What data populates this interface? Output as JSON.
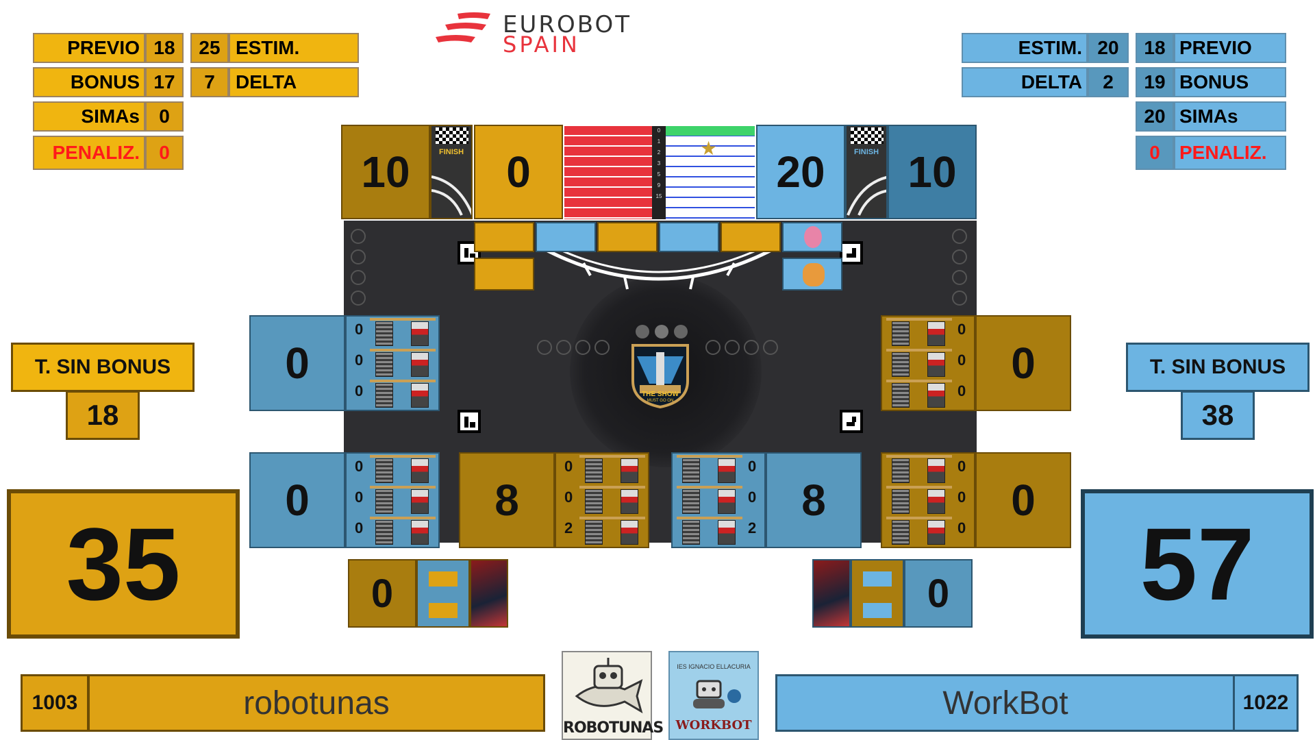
{
  "logo": {
    "line1": "EUROBOT",
    "line2": "SPAIN"
  },
  "left_stats": {
    "previo_label": "PREVIO",
    "previo": "18",
    "estim": "25",
    "estim_label": "ESTIM.",
    "bonus_label": "BONUS",
    "bonus": "17",
    "delta": "7",
    "delta_label": "DELTA",
    "simas_label": "SIMAs",
    "simas": "0",
    "penaliz_label": "PENALIZ.",
    "penaliz": "0"
  },
  "right_stats": {
    "estim_label": "ESTIM.",
    "estim": "20",
    "previo": "18",
    "previo_label": "PREVIO",
    "delta_label": "DELTA",
    "delta": "2",
    "bonus": "19",
    "bonus_label": "BONUS",
    "simas": "20",
    "simas_label": "SIMAs",
    "penaliz": "0",
    "penaliz_label": "PENALIZ."
  },
  "top_scores": {
    "left_finish": "10",
    "left_score": "0",
    "right_score": "20",
    "right_finish": "10"
  },
  "finish_label": "FINISH",
  "thermo_ticks": [
    "0",
    "1",
    "2",
    "3",
    "5",
    "9",
    "15"
  ],
  "field_zones": {
    "left_upper": "0",
    "left_lower": "0",
    "right_upper": "0",
    "right_lower": "0",
    "center_left": "8",
    "center_right": "8",
    "left_bottom_small": "0",
    "right_bottom_small": "0"
  },
  "shelf_counts": {
    "left_upper": [
      "0",
      "0",
      "0"
    ],
    "left_lower": [
      "0",
      "0",
      "0"
    ],
    "center_left": [
      "0",
      "0",
      "2"
    ],
    "center_right": [
      "0",
      "0",
      "2"
    ],
    "right_upper": [
      "0",
      "0",
      "0"
    ],
    "right_lower": [
      "0",
      "0",
      "0"
    ]
  },
  "field_logo": {
    "line1": "THE SHOW",
    "line2": "MUST GO ON"
  },
  "t_sin_bonus": {
    "label": "T. SIN BONUS",
    "left": "18",
    "right": "38"
  },
  "totals": {
    "left": "35",
    "right": "57"
  },
  "teams": {
    "left": {
      "number": "1003",
      "name": "robotunas",
      "logo_text": "ROBOTUNAS"
    },
    "right": {
      "number": "1022",
      "name": "WorkBot",
      "logo_text": "WORKBOT",
      "logo_arc": "IES IGNACIO ELLACURIA"
    }
  },
  "colors": {
    "yellow": "#dea214",
    "yellow_dark": "#a97d0f",
    "blue": "#6cb4e2",
    "blue_dark": "#3e7ea4",
    "penalty": "#ff1a1a"
  }
}
